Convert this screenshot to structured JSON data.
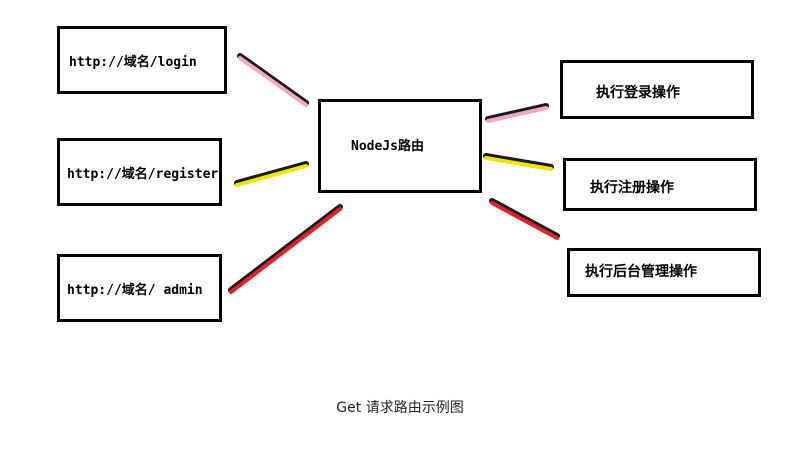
{
  "diagram": {
    "sources": [
      {
        "label": "http://域名/login"
      },
      {
        "label": "http://域名/register"
      },
      {
        "label": "http://域名/ admin"
      }
    ],
    "router": {
      "label": "NodeJs路由"
    },
    "handlers": [
      {
        "label": "执行登录操作"
      },
      {
        "label": "执行注册操作"
      },
      {
        "label": "执行后台管理操作"
      }
    ],
    "connector_colors": {
      "login": "#f4a7c3",
      "register": "#f3e500",
      "admin": "#e2222a"
    }
  },
  "caption": "Get 请求路由示例图"
}
